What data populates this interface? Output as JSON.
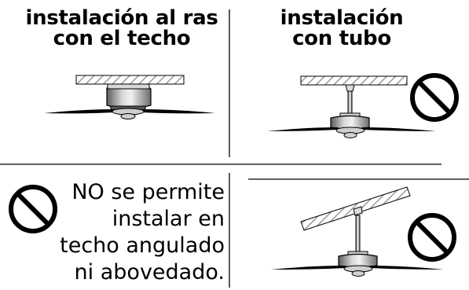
{
  "panels": {
    "flush": {
      "title_line1": "instalación al ras",
      "title_line2": "con el techo"
    },
    "downrod": {
      "title_line1": "instalación",
      "title_line2": "con tubo"
    },
    "angled": {
      "line1": "NO se permite",
      "line2": "instalar en",
      "line3": "techo angulado",
      "line4": "ni abovedado."
    }
  },
  "icons": {
    "prohibited": "prohibition-icon"
  },
  "colors": {
    "ink": "#000000",
    "ceiling_hatch": "#bdbdbd",
    "motor_dark": "#6e6e6e",
    "motor_light": "#e6e6e6"
  }
}
